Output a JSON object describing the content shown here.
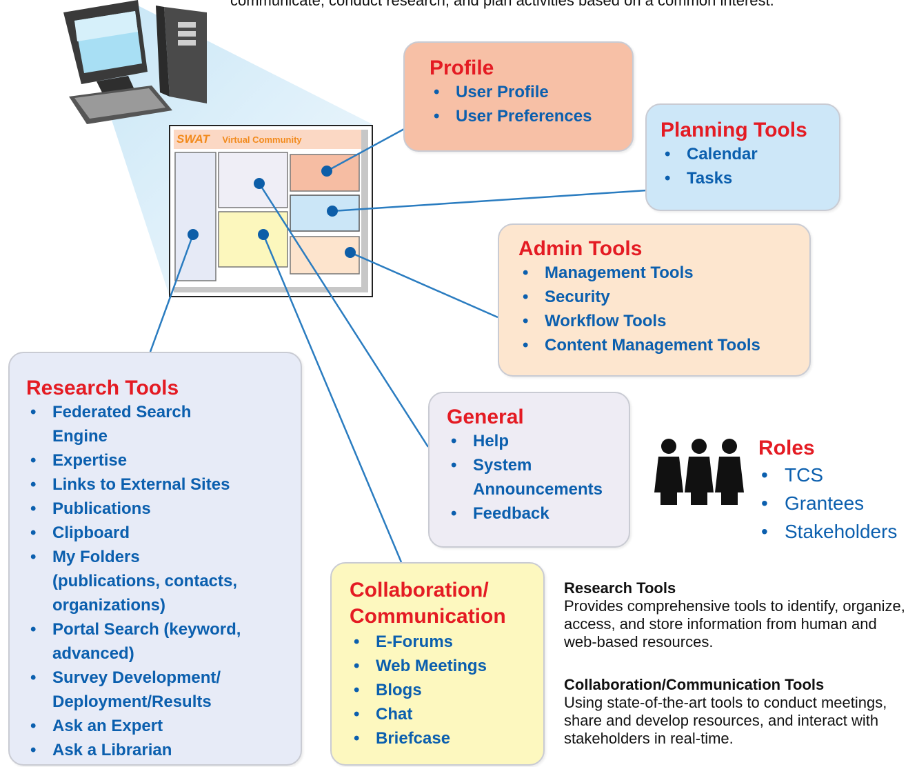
{
  "intro_text": "communicate, conduct research, and plan activities based on a common interest.",
  "portal": {
    "logo": "SWAT",
    "title": "Virtual Community"
  },
  "profile": {
    "title": "Profile",
    "items": [
      "User Profile",
      "User Preferences"
    ]
  },
  "planning": {
    "title": "Planning Tools",
    "items": [
      "Calendar",
      "Tasks"
    ]
  },
  "admin": {
    "title": "Admin Tools",
    "items": [
      "Management Tools",
      "Security",
      "Workflow Tools",
      "Content Management Tools"
    ]
  },
  "general": {
    "title": "General",
    "items": [
      "Help",
      "System Announcements",
      "Feedback"
    ]
  },
  "research": {
    "title": "Research Tools",
    "items": [
      "Federated Search Engine",
      "Expertise",
      "Links to External Sites",
      "Publications",
      "Clipboard",
      "My Folders (publications, contacts, organizations)",
      "Portal Search (keyword, advanced)",
      "Survey Development/ Deployment/Results",
      "Ask an Expert",
      "Ask a Librarian"
    ]
  },
  "collab": {
    "title": "Collaboration/ Communication",
    "items": [
      "E-Forums",
      "Web Meetings",
      "Blogs",
      "Chat",
      "Briefcase"
    ]
  },
  "roles": {
    "title": "Roles",
    "items": [
      "TCS",
      "Grantees",
      "Stakeholders"
    ]
  },
  "descriptions": {
    "research": {
      "heading": "Research Tools",
      "text": "Provides comprehensive tools to identify, organize, access, and store information from human and web-based resources."
    },
    "collab": {
      "heading": "Collaboration/Communication Tools",
      "text": "Using state-of-the-art tools to conduct meetings, share and develop resources, and interact with stakeholders in real-time."
    }
  },
  "colors": {
    "heading_red": "#e41b23",
    "item_blue": "#0b5fae",
    "profile_bg": "#f7c0a6",
    "planning_bg": "#cde7f8",
    "admin_bg": "#fde6cf",
    "general_bg": "#eeecf4",
    "research_bg": "#e7ebf7",
    "collab_bg": "#fdf8bf"
  }
}
